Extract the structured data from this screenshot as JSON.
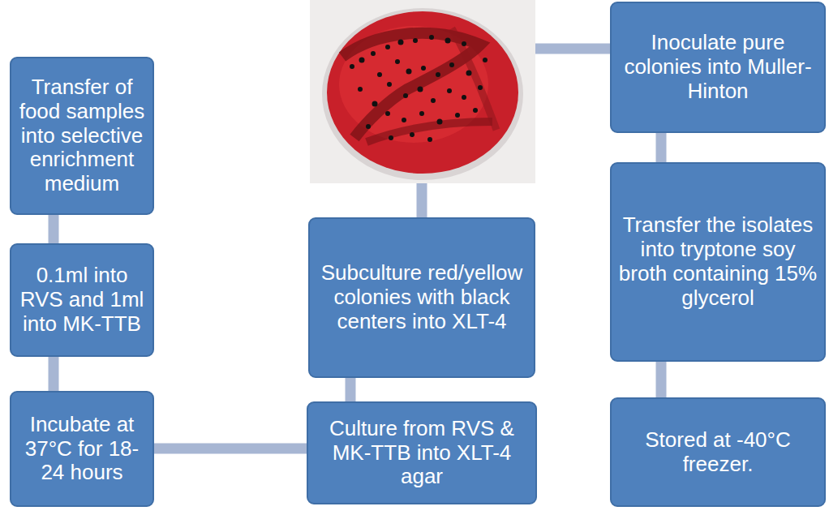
{
  "diagram": {
    "nodes": [
      {
        "text": [
          "Transfer of food samples into selective enrichment medium"
        ]
      },
      {
        "text": [
          "0.1ml  into RVS and 1ml into MK-TTB"
        ]
      },
      {
        "text": [
          "Incubate at 37°C  for 18-24 hours"
        ]
      },
      {
        "text": [
          "Culture from RVS & MK-TTB into XLT-4 agar"
        ]
      },
      {
        "text": [
          "Subculture red/yellow colonies with black centers into XLT-4"
        ]
      },
      {
        "text": [
          "Inoculate pure colonies into Muller-Hinton"
        ]
      },
      {
        "text": [
          "Transfer the isolates into tryptone soy broth containing 15% glycerol"
        ]
      },
      {
        "text": [
          "Stored at -40°C freezer."
        ]
      }
    ],
    "edges": [
      {
        "from": 0,
        "to": 1,
        "arrow": "none"
      },
      {
        "from": 1,
        "to": 2,
        "arrow": "none"
      },
      {
        "from": 2,
        "to": 3,
        "arrow": "none"
      },
      {
        "from": 3,
        "to": 4,
        "arrow": "none"
      },
      {
        "from": 4,
        "to": 5,
        "arrow": "none"
      },
      {
        "from": 5,
        "to": 6,
        "arrow": "none"
      },
      {
        "from": 6,
        "to": 7,
        "arrow": "none"
      }
    ]
  }
}
